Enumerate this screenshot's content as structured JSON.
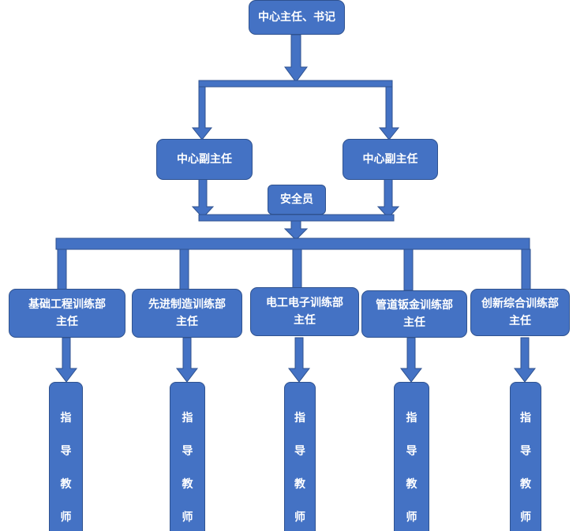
{
  "top": {
    "label": "中心主任、书记"
  },
  "deputies": [
    {
      "label": "中心副主任"
    },
    {
      "label": "中心副主任"
    }
  ],
  "safety": {
    "label": "安全员"
  },
  "departments": [
    {
      "line1": "基础工程训练部",
      "line2": "主任"
    },
    {
      "line1": "先进制造训练部",
      "line2": "主任"
    },
    {
      "line1": "电工电子训练部",
      "line2": "主任"
    },
    {
      "line1": "管道钣金训练部",
      "line2": "主任"
    },
    {
      "line1": "创新综合训练部",
      "line2": "主任"
    }
  ],
  "teachers": [
    {
      "chars": [
        "指",
        "导",
        "教",
        "师"
      ]
    },
    {
      "chars": [
        "指",
        "导",
        "教",
        "师"
      ]
    },
    {
      "chars": [
        "指",
        "导",
        "教",
        "师"
      ]
    },
    {
      "chars": [
        "指",
        "导",
        "教",
        "师"
      ]
    },
    {
      "chars": [
        "指",
        "导",
        "教",
        "师"
      ]
    }
  ],
  "colors": {
    "fill": "#4472c4",
    "stroke": "#2f528f",
    "text": "#ffffff"
  }
}
